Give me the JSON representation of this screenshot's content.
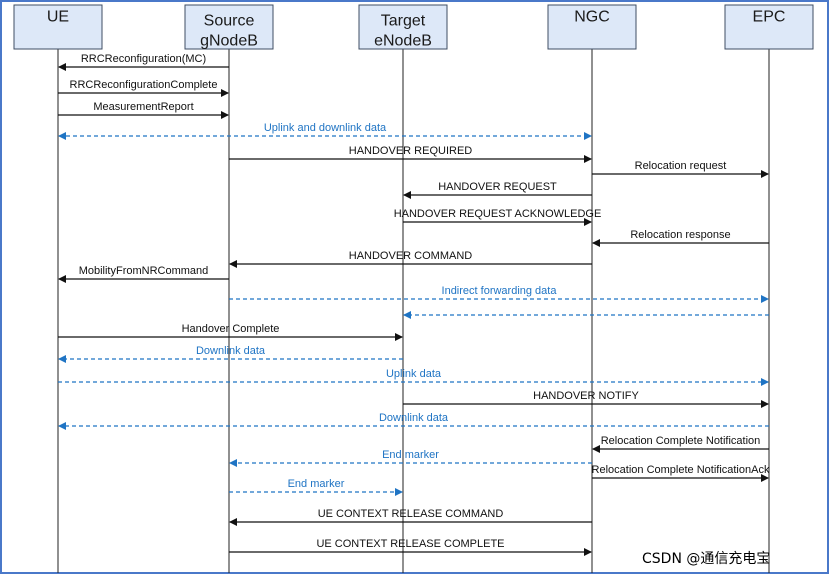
{
  "diagram": {
    "entities": [
      {
        "id": "ue",
        "lines": [
          "UE"
        ]
      },
      {
        "id": "gnb",
        "lines": [
          "Source",
          "gNodeB"
        ]
      },
      {
        "id": "enb",
        "lines": [
          "Target",
          "eNodeB"
        ]
      },
      {
        "id": "ngc",
        "lines": [
          "NGC"
        ]
      },
      {
        "id": "epc",
        "lines": [
          "EPC"
        ]
      }
    ],
    "messages": [
      {
        "label": "RRCReconfiguration(MC)",
        "from": "gnb",
        "to": "ue",
        "style": "solid"
      },
      {
        "label": "RRCReconfigurationComplete",
        "from": "ue",
        "to": "gnb",
        "style": "solid"
      },
      {
        "label": "MeasurementReport",
        "from": "ue",
        "to": "gnb",
        "style": "solid"
      },
      {
        "label": "Uplink and downlink data",
        "from": "ue",
        "to": "ngc",
        "style": "dashed",
        "bidirectional": true
      },
      {
        "label": "HANDOVER REQUIRED",
        "from": "gnb",
        "to": "ngc",
        "style": "solid"
      },
      {
        "label": "Relocation request",
        "from": "ngc",
        "to": "epc",
        "style": "solid"
      },
      {
        "label": "HANDOVER REQUEST",
        "from": "ngc",
        "to": "enb",
        "style": "solid"
      },
      {
        "label": "HANDOVER REQUEST ACKNOWLEDGE",
        "from": "enb",
        "to": "ngc",
        "style": "solid"
      },
      {
        "label": "Relocation response",
        "from": "epc",
        "to": "ngc",
        "style": "solid"
      },
      {
        "label": "HANDOVER COMMAND",
        "from": "ngc",
        "to": "gnb",
        "style": "solid"
      },
      {
        "label": "MobilityFromNRCommand",
        "from": "gnb",
        "to": "ue",
        "style": "solid"
      },
      {
        "label": "Indirect forwarding data",
        "from": "gnb",
        "to": "epc",
        "style": "dashed"
      },
      {
        "label": "",
        "from": "epc",
        "to": "enb",
        "style": "dashed"
      },
      {
        "label": "Handover Complete",
        "from": "ue",
        "to": "enb",
        "style": "solid"
      },
      {
        "label": "Downlink data",
        "from": "enb",
        "to": "ue",
        "style": "dashed"
      },
      {
        "label": "Uplink data",
        "from": "ue",
        "to": "epc",
        "style": "dashed"
      },
      {
        "label": "HANDOVER NOTIFY",
        "from": "enb",
        "to": "epc",
        "style": "solid"
      },
      {
        "label": "Downlink data",
        "from": "epc",
        "to": "ue",
        "style": "dashed"
      },
      {
        "label": "Relocation Complete Notification",
        "from": "epc",
        "to": "ngc",
        "style": "solid"
      },
      {
        "label": "End marker",
        "from": "ngc",
        "to": "gnb",
        "style": "dashed"
      },
      {
        "label": "Relocation Complete NotificationAck",
        "from": "ngc",
        "to": "epc",
        "style": "solid"
      },
      {
        "label": "End marker",
        "from": "gnb",
        "to": "enb",
        "style": "dashed"
      },
      {
        "label": "UE CONTEXT RELEASE COMMAND",
        "from": "ngc",
        "to": "gnb",
        "style": "solid"
      },
      {
        "label": "UE CONTEXT RELEASE COMPLETE",
        "from": "gnb",
        "to": "ngc",
        "style": "solid"
      }
    ]
  },
  "watermark": "CSDN @通信充电宝",
  "colors": {
    "frame": "#4a78c9",
    "box_fill": "#dde8f8",
    "solid": "#111111",
    "dashed": "#1f74c4"
  }
}
